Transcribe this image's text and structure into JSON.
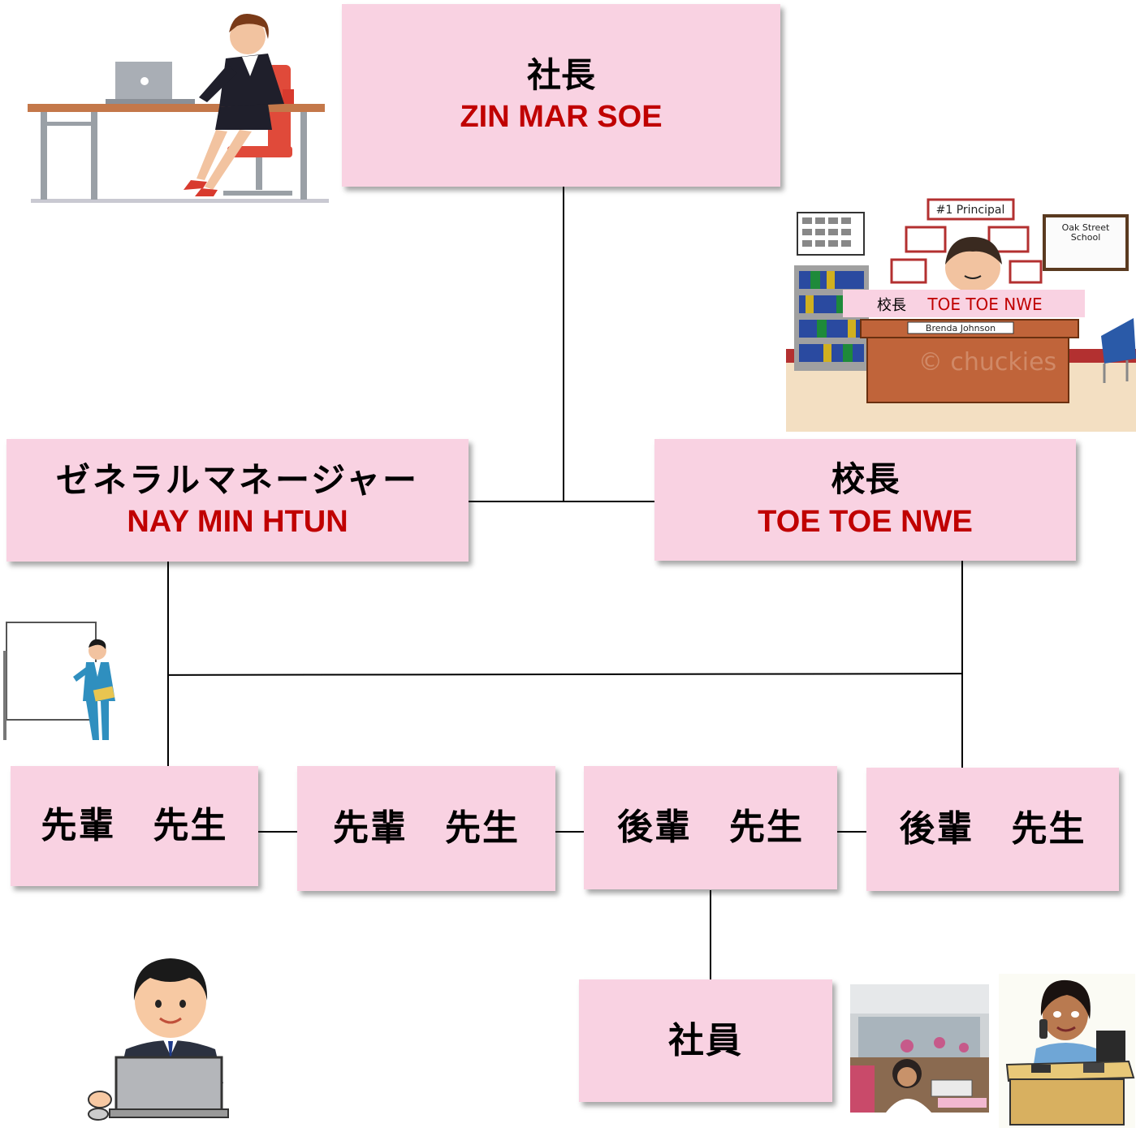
{
  "president": {
    "title": "社長",
    "name": "ZIN MAR SOE"
  },
  "general_manager": {
    "title": "ゼネラルマネージャー",
    "name": "NAY MIN HTUN"
  },
  "principal": {
    "title": "校長",
    "name": "TOE TOE NWE"
  },
  "teachers": [
    {
      "title": "先輩　先生"
    },
    {
      "title": "先輩　先生"
    },
    {
      "title": "後輩　先生"
    },
    {
      "title": "後輩　先生"
    }
  ],
  "staff": {
    "title": "社員"
  },
  "principal_image": {
    "banner_title": "校長",
    "banner_name": "TOE TOE NWE",
    "sign_text": "#1 Principal",
    "board_line1": "Oak Street",
    "board_line2": "School",
    "nameplate": "Brenda Johnson",
    "watermark": "© chuckies"
  },
  "colors": {
    "box_fill": "#f9d2e2",
    "name_red": "#c00000",
    "connector": "#000000"
  }
}
